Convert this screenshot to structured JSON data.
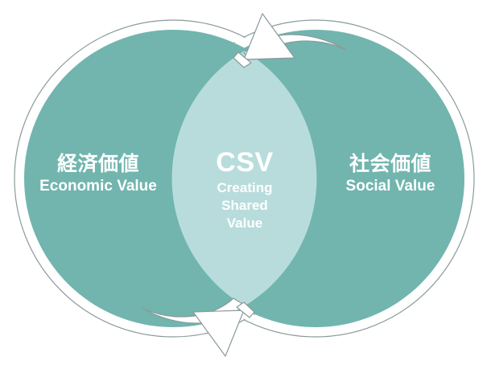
{
  "diagram": {
    "type": "venn",
    "title": "CSV Creating Shared Value Venn Diagram",
    "colors": {
      "circle_fill": "#71b5ae",
      "overlap_fill": "#b8dcdc",
      "outline_stroke": "#8a9a9c",
      "arrow_fill": "#ffffff",
      "text": "#ffffff",
      "background": "#ffffff"
    },
    "left_circle": {
      "label_jp": "経済価値",
      "label_en": "Economic Value"
    },
    "right_circle": {
      "label_jp": "社会価値",
      "label_en": "Social Value"
    },
    "overlap": {
      "acronym": "CSV",
      "expansion_line1": "Creating",
      "expansion_line2": "Shared",
      "expansion_line3": "Value"
    },
    "arrows": [
      {
        "name": "top-cycle-arrow",
        "direction": "clockwise-down-right"
      },
      {
        "name": "bottom-cycle-arrow",
        "direction": "clockwise-up-left"
      }
    ]
  }
}
